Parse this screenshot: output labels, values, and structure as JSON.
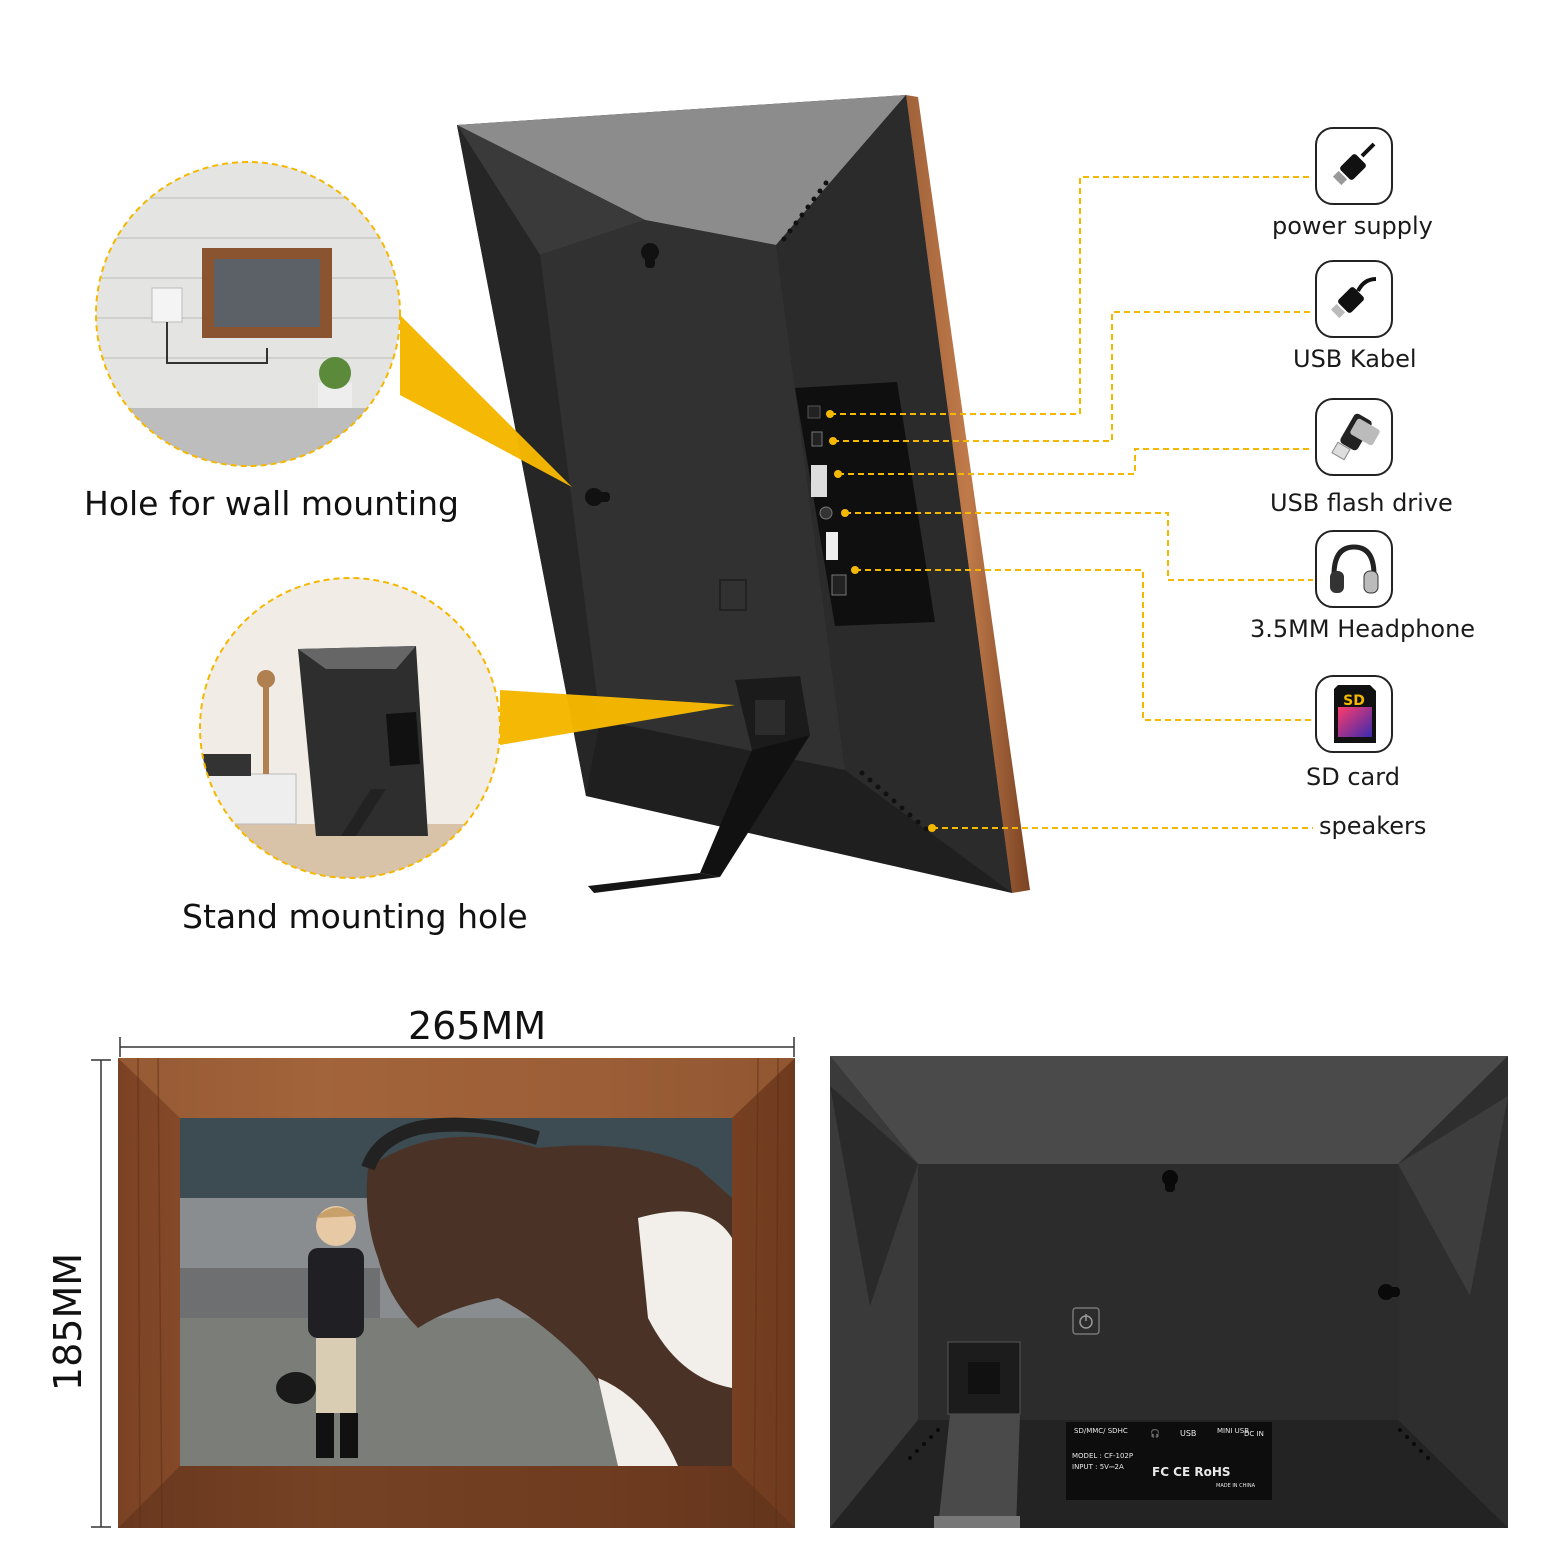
{
  "callouts": {
    "wall_mount": "Hole for wall mounting",
    "stand_mount": "Stand mounting hole"
  },
  "ports": [
    {
      "name": "power-supply",
      "label": "power supply",
      "icon": "power-plug-icon"
    },
    {
      "name": "usb-kabel",
      "label": "USB Kabel",
      "icon": "usb-cable-icon"
    },
    {
      "name": "usb-flash-drive",
      "label": "USB flash drive",
      "icon": "usb-stick-icon"
    },
    {
      "name": "headphone",
      "label": "3.5MM Headphone",
      "icon": "headphones-icon"
    },
    {
      "name": "sd-card",
      "label": "SD card",
      "icon": "sd-card-icon"
    },
    {
      "name": "speakers",
      "label": "speakers",
      "icon": "speaker-dots-icon"
    }
  ],
  "sd_badge": "SD",
  "dimensions": {
    "width": "265MM",
    "height": "185MM"
  },
  "back_panel": {
    "sd_label": "SD/MMC/\nSDHC",
    "usb_label": "USB",
    "mini_usb_label": "MINI\nUSB",
    "dc_label": "DC IN",
    "model": "MODEL : CF-102P",
    "input": "INPUT : 5V⎓2A",
    "cert": "FC CE RoHS",
    "made": "MADE IN CHINA"
  },
  "colors": {
    "accent": "#f5b800",
    "wood": "#7a4a2c",
    "frame_dark": "#2b2b2b"
  }
}
